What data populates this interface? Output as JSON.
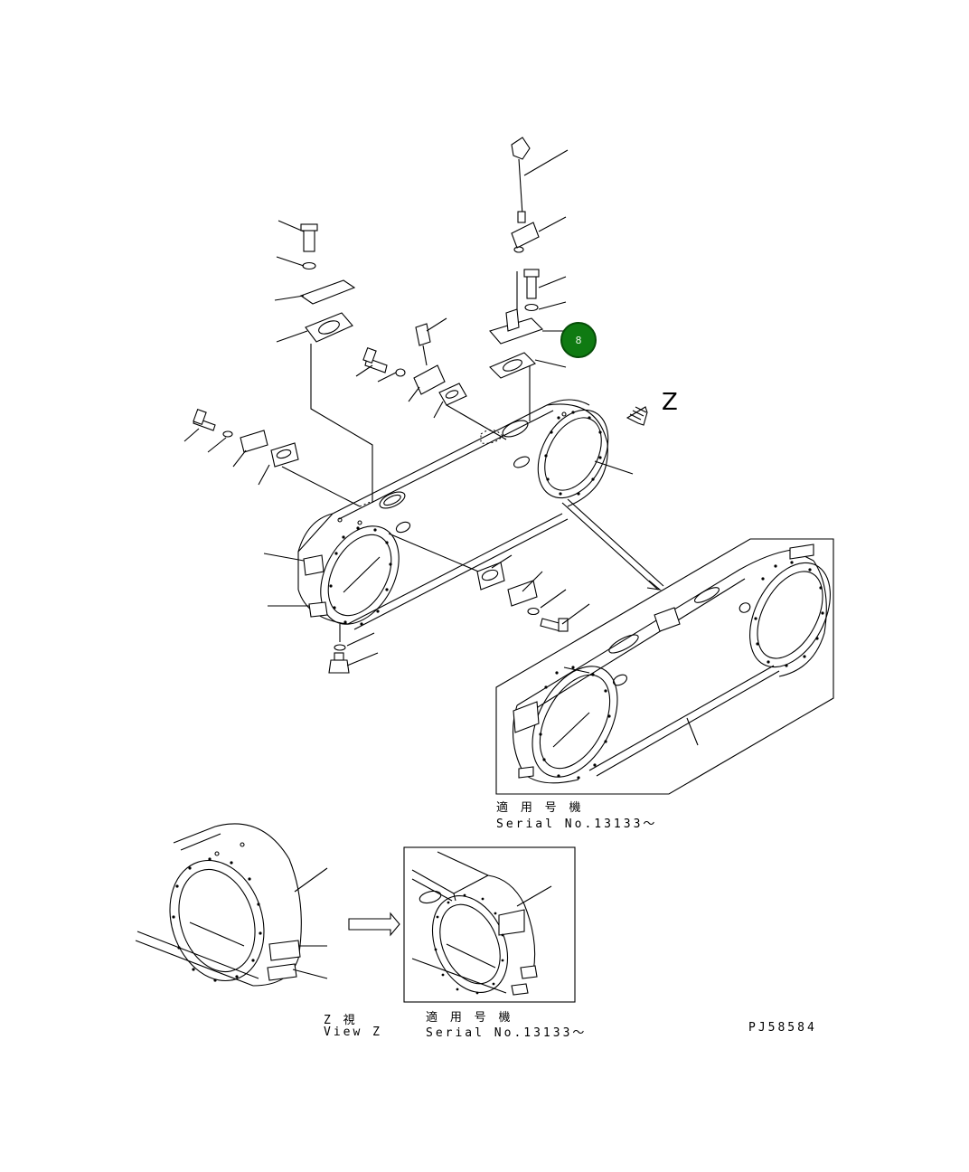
{
  "diagram": {
    "view_label": "Z",
    "callout": {
      "number": "8",
      "color": "#0f7a12"
    },
    "main_variant": {
      "applicable_label": "適 用 号 機",
      "serial_label": "Serial No.13133～"
    },
    "view_z": {
      "title_jp": "Z   視",
      "title_en": "View Z"
    },
    "view_z_variant": {
      "applicable_label": "適 用 号 機",
      "serial_label": "Serial No.13133～"
    },
    "drawing_number": "PJ58584"
  }
}
